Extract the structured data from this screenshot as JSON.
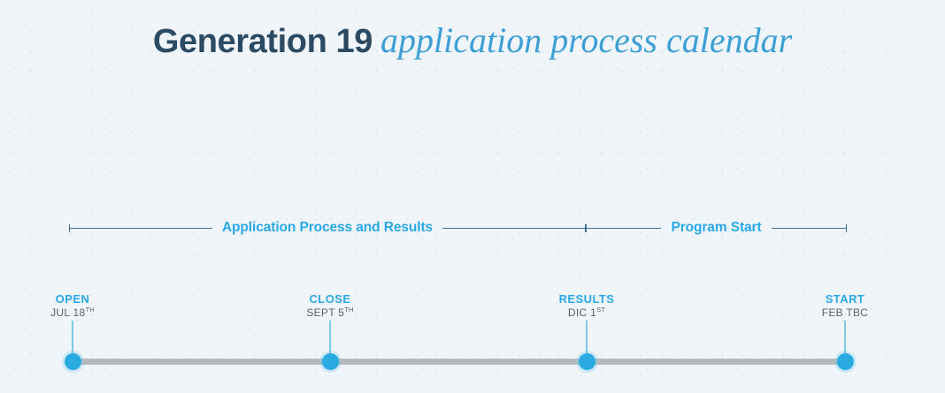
{
  "theme": {
    "background": "#f0f5fa",
    "accent_blue": "#2aa8e8",
    "dot_blue": "#29abe2",
    "title_dark": "#2c4a63",
    "title_italic_blue": "#3d9fd6",
    "bar_gray": "#b6babd",
    "bracket_line": "#3f6e8e",
    "stem_blue": "#7ec8e8",
    "date_gray": "#56616b"
  },
  "title": {
    "strong": "Generation 19",
    "italic": "application process calendar"
  },
  "phases": [
    {
      "label": "Application Process and Results"
    },
    {
      "label": "Program Start"
    }
  ],
  "milestones": [
    {
      "name": "OPEN",
      "date": "JUL 18",
      "date_suffix": "TH"
    },
    {
      "name": "CLOSE",
      "date": "SEPT 5",
      "date_suffix": "TH"
    },
    {
      "name": "RESULTS",
      "date": "DIC 1",
      "date_suffix": "ST"
    },
    {
      "name": "START",
      "date": "FEB TBC",
      "date_suffix": ""
    }
  ]
}
